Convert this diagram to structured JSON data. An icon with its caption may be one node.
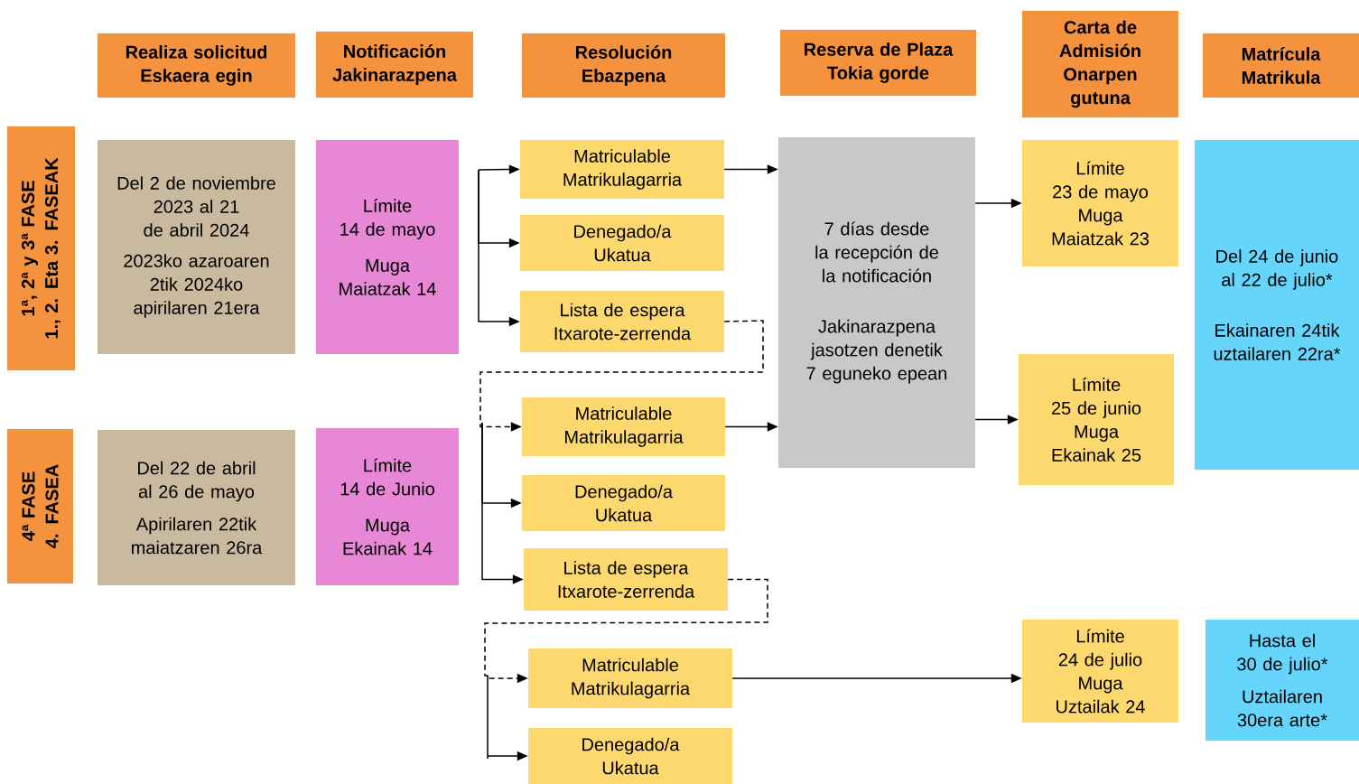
{
  "diagram": {
    "nodes": [
      {
        "text": [
          "Realiza solicitud",
          "Eskaera egin"
        ]
      },
      {
        "text": [
          "Notificación",
          "Jakinarazpena"
        ]
      },
      {
        "text": [
          "Resolución",
          "Ebazpena"
        ]
      },
      {
        "text": [
          "Reserva de Plaza",
          "Tokia gorde"
        ]
      },
      {
        "text": [
          "Carta de Admisión",
          "Onarpen gutuna"
        ]
      },
      {
        "text": [
          "Matrícula",
          "Matrikula"
        ]
      },
      {
        "text": [
          "1ª, 2ª y 3ª FASE",
          "1., 2. Eta 3. FASEAK"
        ]
      },
      {
        "text": [
          "Del 2 de noviembre 2023 al 21 de abril 2024",
          "2023ko azaroaren 2tik 2024ko apirilaren 21era"
        ]
      },
      {
        "text": [
          "Límite",
          "14 de mayo",
          "Muga",
          "Maiatzak 14"
        ]
      },
      {
        "text": [
          "Matriculable",
          "Matrikulagarria"
        ]
      },
      {
        "text": [
          "Denegado/a",
          "Ukatua"
        ]
      },
      {
        "text": [
          "Lista de espera",
          "Itxarote-zerrenda"
        ]
      },
      {
        "text": [
          "7 días desde la recepción de la notificación",
          "Jakinarazpena jasotzen denetik 7 eguneko epean"
        ]
      },
      {
        "text": [
          "Límite",
          "23 de mayo",
          "Muga",
          "Maiatzak 23"
        ]
      },
      {
        "text": [
          "Del 24 de junio al 22 de julio*",
          "Ekainaren 24tik uztailaren 22ra*"
        ]
      },
      {
        "text": [
          "Límite",
          "25 de junio",
          "Muga",
          "Ekainak 25"
        ]
      },
      {
        "text": [
          "4ª FASE",
          "4. FASEA"
        ]
      },
      {
        "text": [
          "Del 22 de abril al 26 de mayo",
          "Apirilaren 22tik maiatzaren 26ra"
        ]
      },
      {
        "text": [
          "Límite",
          "14 de Junio",
          "Muga",
          "Ekainak 14"
        ]
      },
      {
        "text": [
          "Matriculable",
          "Matrikulagarria"
        ]
      },
      {
        "text": [
          "Denegado/a",
          "Ukatua"
        ]
      },
      {
        "text": [
          "Lista de espera",
          "Itxarote-zerrenda"
        ]
      },
      {
        "text": [
          "Matriculable",
          "Matrikulagarria"
        ]
      },
      {
        "text": [
          "Límite",
          "24 de julio",
          "Muga",
          "Uztailak 24"
        ]
      },
      {
        "text": [
          "Hasta el",
          "30 de julio*",
          "Uztailaren",
          "30era arte*"
        ]
      },
      {
        "text": [
          "Denegado/a",
          "Ukatua"
        ]
      }
    ],
    "edges": [
      {
        "from": null,
        "to": 9,
        "arrow": "to"
      },
      {
        "from": null,
        "to": 10,
        "arrow": "to"
      },
      {
        "from": null,
        "to": 11,
        "arrow": "to"
      },
      {
        "from": 9,
        "to": 12,
        "arrow": "to"
      },
      {
        "from": 11,
        "to": 19,
        "arrow": "to",
        "style": "dashed"
      },
      {
        "from": null,
        "to": 20,
        "arrow": "to"
      },
      {
        "from": null,
        "to": 21,
        "arrow": "to"
      },
      {
        "from": 19,
        "to": 12,
        "arrow": "to"
      },
      {
        "from": 12,
        "to": 13,
        "arrow": "to"
      },
      {
        "from": 12,
        "to": 15,
        "arrow": "to"
      },
      {
        "from": 21,
        "to": 22,
        "arrow": "to",
        "style": "dashed"
      },
      {
        "from": null,
        "to": 25,
        "arrow": "to"
      },
      {
        "from": 22,
        "to": 23,
        "arrow": "to"
      }
    ]
  }
}
